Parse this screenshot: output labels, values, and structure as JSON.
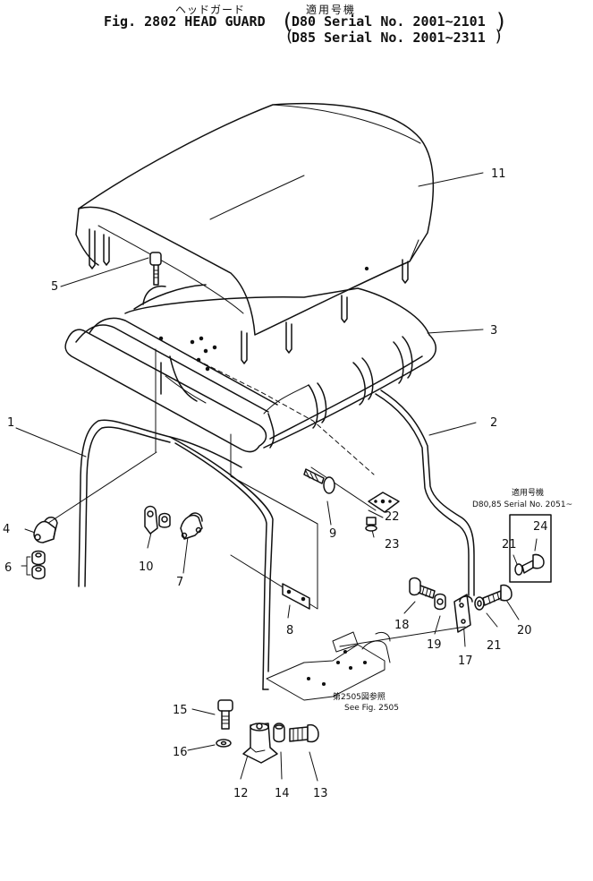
{
  "header": {
    "kana_title": "ヘッドガード",
    "applicable_label": "適用号機",
    "figure_title": "Fig. 2802 HEAD GUARD",
    "serial_d80": "D80 Serial No. 2001~2101",
    "serial_d85": "D85 Serial No. 2001~2311",
    "paren_open": "(",
    "paren_close": ")"
  },
  "callouts": {
    "n1": "1",
    "n2": "2",
    "n3": "3",
    "n4": "4",
    "n5": "5",
    "n6": "6",
    "n7": "7",
    "n8": "8",
    "n9": "9",
    "n10": "10",
    "n11": "11",
    "n12": "12",
    "n13": "13",
    "n14": "14",
    "n15": "15",
    "n16": "16",
    "n17": "17",
    "n18": "18",
    "n19": "19",
    "n20": "20",
    "n21a": "21",
    "n21b": "21",
    "n22": "22",
    "n23": "23",
    "n24": "24"
  },
  "notes": {
    "applicable_jp": "適用号機",
    "applicable_serial": "D80,85 Serial No. 2051~",
    "see_fig_jp": "第2505図参照",
    "see_fig": "See Fig. 2505"
  },
  "colors": {
    "ink": "#111111",
    "paper": "#ffffff"
  }
}
